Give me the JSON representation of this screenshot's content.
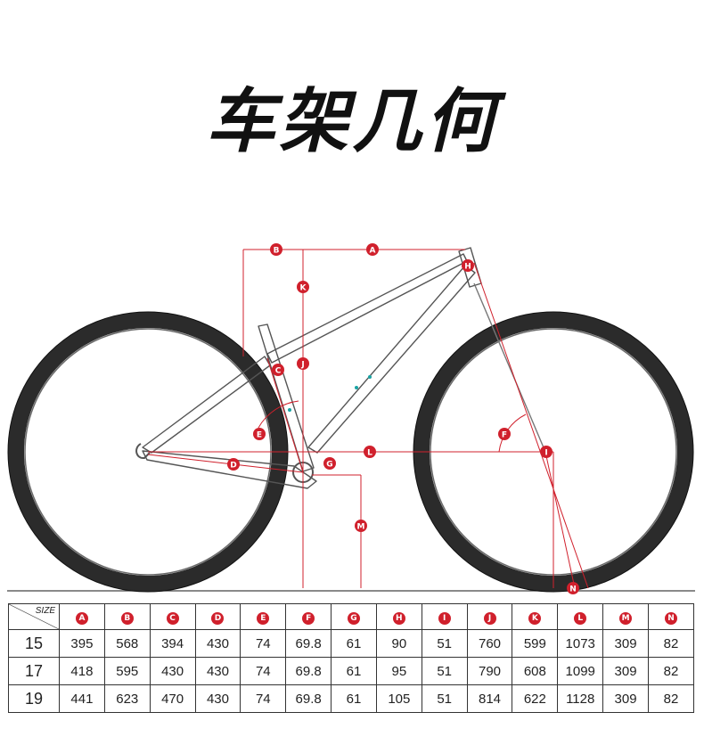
{
  "title": "车架几何",
  "diagram": {
    "dimension_labels": [
      "B",
      "A",
      "H",
      "K",
      "J",
      "C",
      "E",
      "D",
      "G",
      "L",
      "F",
      "I",
      "M",
      "N"
    ]
  },
  "colors": {
    "dimension_red": "#d0202c",
    "tire": "#2b2b2b",
    "frame_line": "#555555",
    "accent_teal": "#19a3a3"
  },
  "table": {
    "size_label": "SIZE",
    "columns": [
      "A",
      "B",
      "C",
      "D",
      "E",
      "F",
      "G",
      "H",
      "I",
      "J",
      "K",
      "L",
      "M",
      "N"
    ],
    "rows": [
      {
        "size": "15",
        "values": [
          "395",
          "568",
          "394",
          "430",
          "74",
          "69.8",
          "61",
          "90",
          "51",
          "760",
          "599",
          "1073",
          "309",
          "82"
        ]
      },
      {
        "size": "17",
        "values": [
          "418",
          "595",
          "430",
          "430",
          "74",
          "69.8",
          "61",
          "95",
          "51",
          "790",
          "608",
          "1099",
          "309",
          "82"
        ]
      },
      {
        "size": "19",
        "values": [
          "441",
          "623",
          "470",
          "430",
          "74",
          "69.8",
          "61",
          "105",
          "51",
          "814",
          "622",
          "1128",
          "309",
          "82"
        ]
      }
    ]
  }
}
